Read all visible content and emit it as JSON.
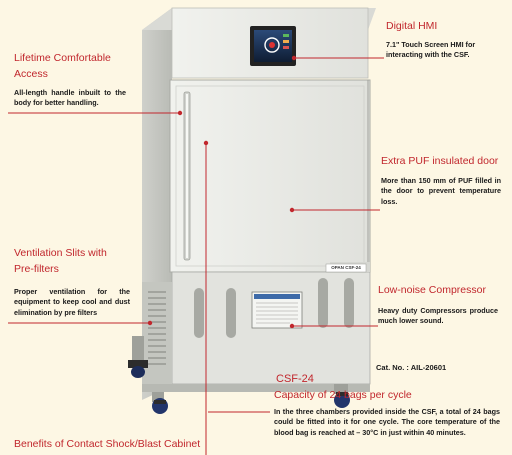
{
  "product": {
    "model_label": "CSF-24",
    "catalog_number": "Cat. No. : AIL-20601",
    "base_badge": "CSF-24",
    "panel_brand": "OPAN",
    "panel_model": "CSF-24"
  },
  "features": {
    "digital_hmi": {
      "title": "Digital HMI",
      "description": "7.1\" Touch Screen HMI for interacting with the CSF."
    },
    "access": {
      "title_line1": "Lifetime Comfortable",
      "title_line2": "Access",
      "description": "All-length handle inbuilt to the body for better handling."
    },
    "insulation": {
      "title": "Extra PUF insulated door",
      "description": "More than 150 mm of PUF filled in the door to prevent temperature loss."
    },
    "ventilation": {
      "title_line1": "Ventilation Slits with",
      "title_line2": "Pre-filters",
      "description": "Proper ventilation for the equipment to keep cool and dust elimination by pre filters"
    },
    "compressor": {
      "title": "Low-noise Compressor",
      "description": "Heavy duty Compressors produce much lower sound."
    },
    "capacity": {
      "title": "Capacity of 24 bags per cycle",
      "description": "In the three chambers provided inside the CSF, a total of 24 bags could be fitted into it for one cycle. The core temperature of the blood bag is reached at   – 30°C in just within 40 minutes."
    },
    "benefits": {
      "title": "Benefits of Contact Shock/Blast Cabinet"
    }
  },
  "colors": {
    "background": "#fdf7e4",
    "accent_red": "#c1272d",
    "cabinet_body": "#e5e6e1",
    "cabinet_shadow": "#c9cbc5"
  }
}
